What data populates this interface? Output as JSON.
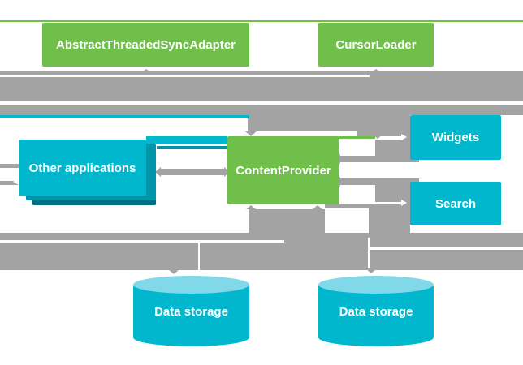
{
  "nodes": {
    "sync_adapter": {
      "label": "AbstractThreadedSyncAdapter"
    },
    "cursor_loader": {
      "label": "CursorLoader"
    },
    "content_provider": {
      "label": "ContentProvider"
    },
    "other_applications": {
      "label": "Other applications"
    },
    "widgets": {
      "label": "Widgets"
    },
    "search": {
      "label": "Search"
    },
    "data_storage_left": {
      "label": "Data storage"
    },
    "data_storage_right": {
      "label": "Data storage"
    }
  },
  "colors": {
    "green": "#70bf4b",
    "cyan": "#00b7cd",
    "teal_mid": "#0095a9",
    "teal_dark": "#006f80",
    "cylinder_top": "#81d8e8",
    "gray": "#a3a3a3",
    "background": "#ffffff"
  }
}
